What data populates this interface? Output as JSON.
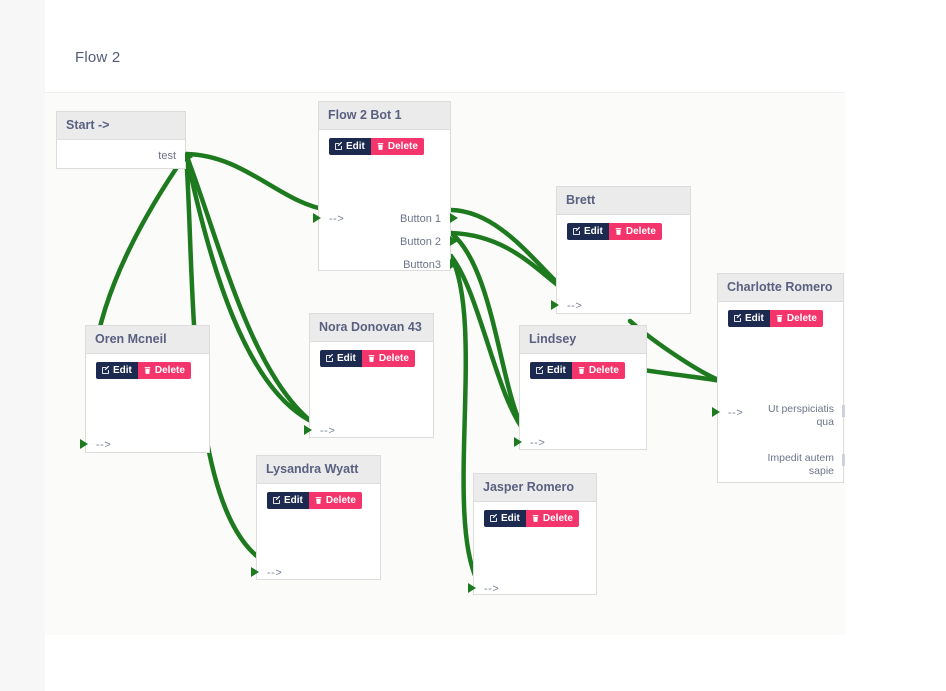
{
  "header": {
    "title": "Flow 2"
  },
  "canvas": {
    "edge_color": "#1e7a1e",
    "node_header_bg": "#ebebeb",
    "edit_label": "Edit",
    "delete_label": "Delete",
    "edit_color": "#1b2a4e",
    "delete_color": "#f4356c",
    "arrow_label": "-->"
  },
  "nodes": [
    {
      "id": "start",
      "title": "Start ->",
      "has_buttons": false,
      "out_ports": [
        {
          "label": "test"
        }
      ],
      "in_ports": []
    },
    {
      "id": "bot1",
      "title": "Flow 2 Bot 1",
      "has_buttons": true,
      "in_ports": [
        {
          "label": "-->"
        }
      ],
      "out_ports": [
        {
          "label": "Button 1"
        },
        {
          "label": "Button 2"
        },
        {
          "label": "Button3"
        }
      ]
    },
    {
      "id": "oren",
      "title": "Oren Mcneil",
      "has_buttons": true,
      "in_ports": [
        {
          "label": "-->"
        }
      ],
      "out_ports": []
    },
    {
      "id": "nora",
      "title": "Nora Donovan 43",
      "has_buttons": true,
      "in_ports": [
        {
          "label": "-->"
        }
      ],
      "out_ports": []
    },
    {
      "id": "lysandra",
      "title": "Lysandra Wyatt",
      "has_buttons": true,
      "in_ports": [
        {
          "label": "-->"
        }
      ],
      "out_ports": []
    },
    {
      "id": "brett",
      "title": "Brett",
      "has_buttons": true,
      "in_ports": [
        {
          "label": "-->"
        }
      ],
      "out_ports": []
    },
    {
      "id": "lindsey",
      "title": "Lindsey",
      "has_buttons": true,
      "in_ports": [
        {
          "label": "-->"
        }
      ],
      "out_ports": []
    },
    {
      "id": "jasper",
      "title": "Jasper Romero",
      "has_buttons": true,
      "in_ports": [
        {
          "label": "-->"
        }
      ],
      "out_ports": []
    },
    {
      "id": "charlotte",
      "title": "Charlotte Romero",
      "has_buttons": true,
      "in_ports": [
        {
          "label": "-->"
        }
      ],
      "out_ports": [
        {
          "label": "Ut perspiciatis qua"
        },
        {
          "label": "Impedit autem sapie"
        }
      ]
    }
  ]
}
